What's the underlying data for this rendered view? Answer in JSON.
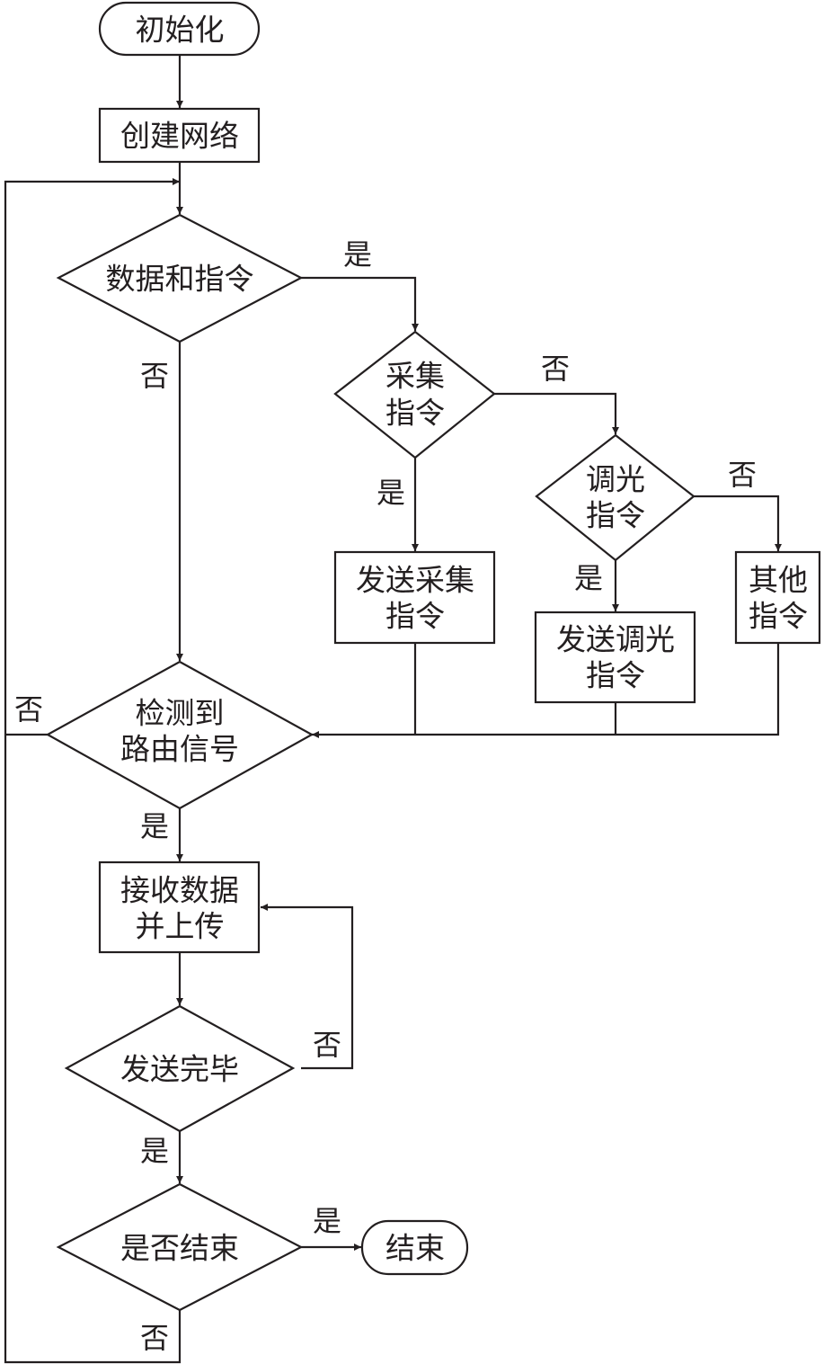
{
  "diagram": {
    "type": "flowchart",
    "colors": {
      "stroke": "#231f20",
      "background": "#ffffff"
    },
    "nodes": {
      "init": {
        "shape": "terminal",
        "lines": [
          "初始化"
        ]
      },
      "create_net": {
        "shape": "process",
        "lines": [
          "创建网络"
        ]
      },
      "data_cmd": {
        "shape": "decision",
        "lines": [
          "数据和指令"
        ]
      },
      "collect_cmd": {
        "shape": "decision",
        "lines": [
          "采集",
          "指令"
        ]
      },
      "dim_cmd": {
        "shape": "decision",
        "lines": [
          "调光",
          "指令"
        ]
      },
      "send_collect": {
        "shape": "process",
        "lines": [
          "发送采集",
          "指令"
        ]
      },
      "send_dim": {
        "shape": "process",
        "lines": [
          "发送调光",
          "指令"
        ]
      },
      "other_cmd": {
        "shape": "process",
        "lines": [
          "其他",
          "指令"
        ]
      },
      "route_signal": {
        "shape": "decision",
        "lines": [
          "检测到",
          "路由信号"
        ]
      },
      "recv_upload": {
        "shape": "process",
        "lines": [
          "接收数据",
          "并上传"
        ]
      },
      "send_done": {
        "shape": "decision",
        "lines": [
          "发送完毕"
        ]
      },
      "is_end": {
        "shape": "decision",
        "lines": [
          "是否结束"
        ]
      },
      "end": {
        "shape": "terminal",
        "lines": [
          "结束"
        ]
      }
    },
    "labels": {
      "yes": "是",
      "no": "否"
    },
    "edges": [
      {
        "from": "init",
        "to": "create_net",
        "label": ""
      },
      {
        "from": "create_net",
        "to": "data_cmd",
        "label": ""
      },
      {
        "from": "data_cmd",
        "to": "collect_cmd",
        "label": "是"
      },
      {
        "from": "data_cmd",
        "to": "route_signal",
        "label": "否"
      },
      {
        "from": "collect_cmd",
        "to": "send_collect",
        "label": "是"
      },
      {
        "from": "collect_cmd",
        "to": "dim_cmd",
        "label": "否"
      },
      {
        "from": "dim_cmd",
        "to": "send_dim",
        "label": "是"
      },
      {
        "from": "dim_cmd",
        "to": "other_cmd",
        "label": "否"
      },
      {
        "from": "send_collect",
        "to": "route_signal",
        "label": ""
      },
      {
        "from": "send_dim",
        "to": "route_signal",
        "label": ""
      },
      {
        "from": "other_cmd",
        "to": "route_signal",
        "label": ""
      },
      {
        "from": "route_signal",
        "to": "recv_upload",
        "label": "是"
      },
      {
        "from": "route_signal",
        "to": "data_cmd",
        "label": "否"
      },
      {
        "from": "recv_upload",
        "to": "send_done",
        "label": ""
      },
      {
        "from": "send_done",
        "to": "recv_upload",
        "label": "否"
      },
      {
        "from": "send_done",
        "to": "is_end",
        "label": "是"
      },
      {
        "from": "is_end",
        "to": "end",
        "label": "是"
      },
      {
        "from": "is_end",
        "to": "data_cmd",
        "label": "否"
      }
    ]
  }
}
